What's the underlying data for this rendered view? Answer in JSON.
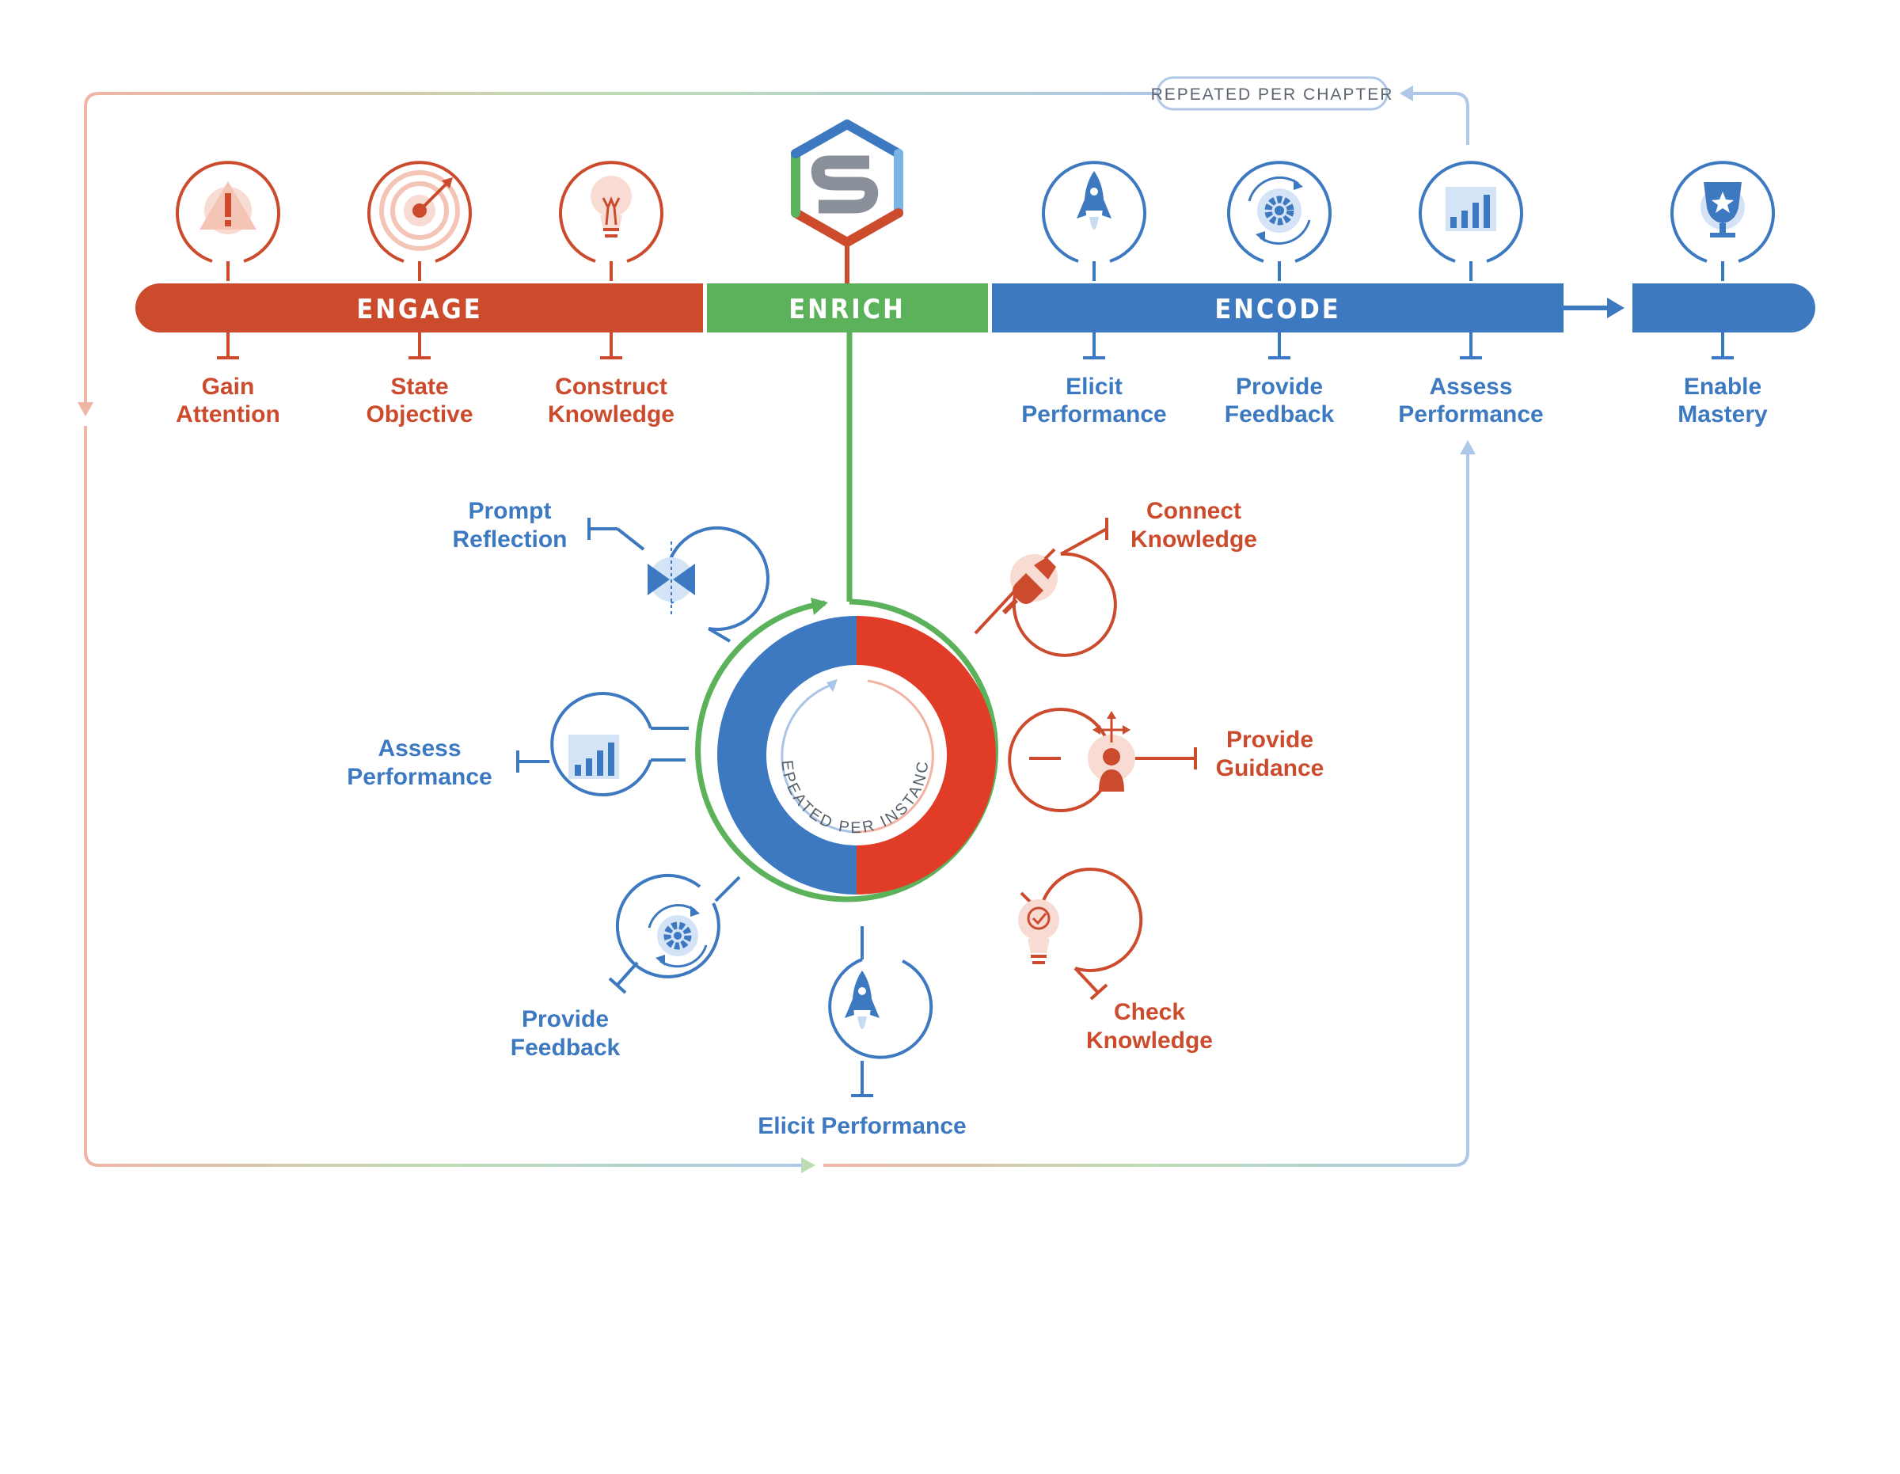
{
  "colors": {
    "engage": "#cc4b2d",
    "enrich": "#5cb25a",
    "encode": "#3d79c0",
    "ring_red": "#e03c28",
    "blue_light": "#a8c4e6",
    "red_light": "#f2b3a2"
  },
  "repeat_chapter": "REPEATED PER CHAPTER",
  "repeat_instance": "REPEATED PER INSTANCE",
  "phases": {
    "engage": "ENGAGE",
    "enrich": "ENRICH",
    "encode": "ENCODE"
  },
  "top_steps": [
    {
      "line1": "Gain",
      "line2": "Attention",
      "icon": "warning-icon"
    },
    {
      "line1": "State",
      "line2": "Objective",
      "icon": "target-icon"
    },
    {
      "line1": "Construct",
      "line2": "Knowledge",
      "icon": "lightbulb-icon"
    },
    {
      "line1": "Elicit",
      "line2": "Performance",
      "icon": "rocket-icon"
    },
    {
      "line1": "Provide",
      "line2": "Feedback",
      "icon": "gear-cycle-icon"
    },
    {
      "line1": "Assess",
      "line2": "Performance",
      "icon": "bar-chart-icon"
    },
    {
      "line1": "Enable",
      "line2": "Mastery",
      "icon": "trophy-icon"
    }
  ],
  "cycle_steps": {
    "prompt_reflection": {
      "line1": "Prompt",
      "line2": "Reflection",
      "icon": "bowtie-icon"
    },
    "assess_performance": {
      "line1": "Assess",
      "line2": "Performance",
      "icon": "bar-chart-icon"
    },
    "provide_feedback": {
      "line1": "Provide",
      "line2": "Feedback",
      "icon": "gear-cycle-icon"
    },
    "elicit_performance": {
      "label": "Elicit Performance",
      "icon": "rocket-icon"
    },
    "connect_knowledge": {
      "line1": "Connect",
      "line2": "Knowledge",
      "icon": "plug-icon"
    },
    "provide_guidance": {
      "line1": "Provide",
      "line2": "Guidance",
      "icon": "person-arrows-icon"
    },
    "check_knowledge": {
      "line1": "Check",
      "line2": "Knowledge",
      "icon": "lightbulb-check-icon"
    }
  },
  "logo": {
    "letter": "S",
    "icon": "s-hexagon-logo-icon"
  }
}
